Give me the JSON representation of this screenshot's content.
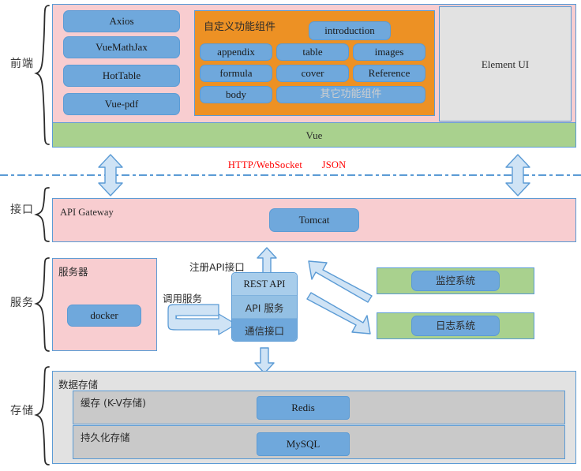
{
  "diagram": {
    "title": "System architecture layers",
    "colors": {
      "node_blue": "#6fa8dc",
      "panel_border": "#5b9bd5",
      "pink_panel": "#f8cdd0",
      "green_panel": "#a9d18e",
      "gray_panel": "#e2e2e2",
      "gray_inner": "#c9c9c9",
      "orange_panel": "#ed9124",
      "arrow_fill": "#cfe3f5",
      "arrow_stroke": "#5b9bd5",
      "link_text_red": "#ff0000"
    }
  },
  "layers": [
    {
      "id": "frontend",
      "label": "前端"
    },
    {
      "id": "interface",
      "label": "接口"
    },
    {
      "id": "service",
      "label": "服务"
    },
    {
      "id": "storage",
      "label": "存储"
    }
  ],
  "frontend": {
    "libs": [
      {
        "label": "Axios"
      },
      {
        "label": "VueMathJax"
      },
      {
        "label": "HotTable"
      },
      {
        "label": "Vue-pdf"
      }
    ],
    "custom_components": {
      "title": "自定义功能组件",
      "featured": "introduction",
      "grid": [
        [
          "appendix",
          "table",
          "images"
        ],
        [
          "formula",
          "cover",
          "Reference"
        ]
      ],
      "bottom_left": "body",
      "bottom_wide": "其它功能组件"
    },
    "element_ui": "Element UI",
    "framework": "Vue"
  },
  "link": {
    "protocol": "HTTP/WebSocket",
    "format": "JSON"
  },
  "interface": {
    "gateway_label": "API Gateway",
    "server": "Tomcat"
  },
  "service": {
    "server_box_label": "服务器",
    "docker": "docker",
    "call_service_label": "调用服务",
    "register_api_label": "注册API接口",
    "api_stack": [
      {
        "label": "REST API"
      },
      {
        "label": "API 服务"
      },
      {
        "label": "通信接口"
      }
    ],
    "side_systems": [
      {
        "label": "监控系统"
      },
      {
        "label": "日志系统"
      }
    ]
  },
  "storage": {
    "title": "数据存储",
    "tiers": [
      {
        "caption": "缓存 (K-V存储)",
        "node": "Redis"
      },
      {
        "caption": "持久化存储",
        "node": "MySQL"
      }
    ]
  }
}
